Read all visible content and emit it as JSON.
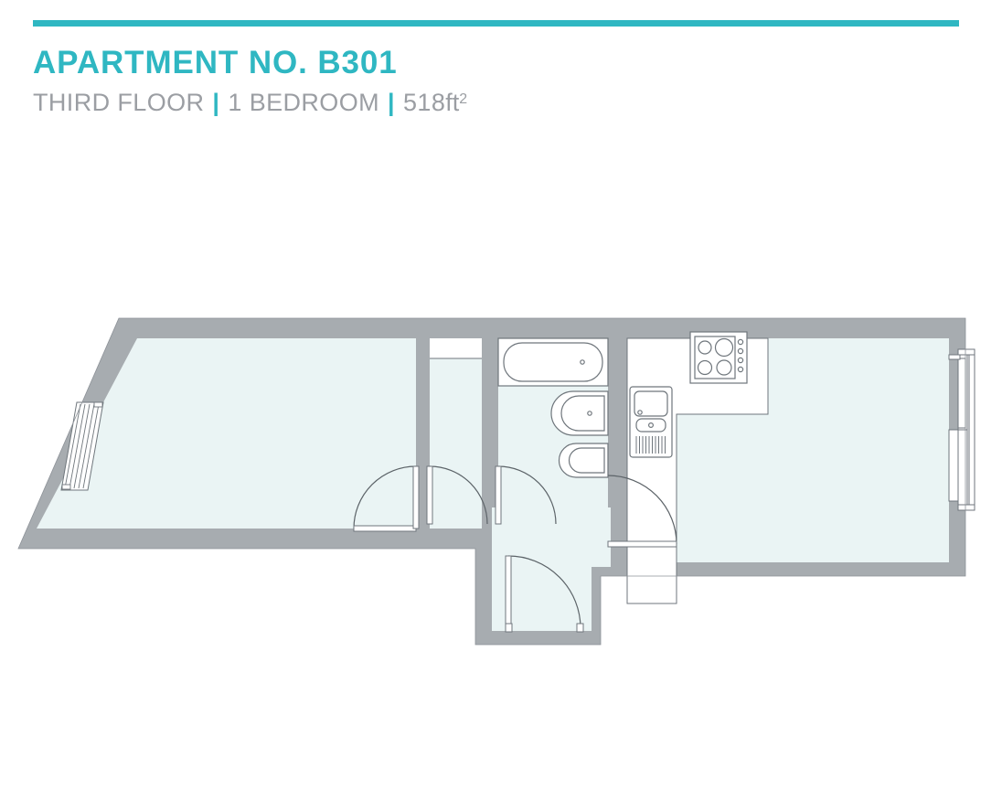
{
  "header": {
    "accent_color": "#2fb7c2",
    "title": "APARTMENT NO. B301",
    "subtitle": {
      "floor": "THIRD FLOOR",
      "separator": "|",
      "bedrooms": "1 BEDROOM",
      "area_value": "518",
      "area_unit": "ft",
      "area_exponent": "2"
    }
  },
  "floorplan": {
    "type": "architectural-floor-plan",
    "wall_color": "#a7acb0",
    "room_fill": "#eaf4f4",
    "fixture_stroke": "#6f767c",
    "fixture_fill": "#ffffff",
    "rooms": [
      {
        "name": "living-bedroom-room",
        "note": "large angled room, left side"
      },
      {
        "name": "storage-closet",
        "note": "narrow closet with shelf"
      },
      {
        "name": "bathroom",
        "note": "bath, basin, wc"
      },
      {
        "name": "hallway",
        "note": "central circulation"
      },
      {
        "name": "kitchen-living-room",
        "note": "right side, kitchen run along left wall"
      }
    ],
    "fixtures": [
      {
        "name": "bathtub",
        "room": "bathroom"
      },
      {
        "name": "wash-basin",
        "room": "bathroom"
      },
      {
        "name": "toilet",
        "room": "bathroom"
      },
      {
        "name": "hob-cooktop",
        "room": "kitchen-living-room",
        "burners": 4,
        "controls": 4
      },
      {
        "name": "kitchen-sink",
        "room": "kitchen-living-room",
        "drainboard_ribs": 11
      }
    ],
    "doors": [
      {
        "name": "door-bedroom",
        "swing": "into-left-room"
      },
      {
        "name": "door-closet",
        "swing": "into-hallway"
      },
      {
        "name": "door-bathroom",
        "swing": "into-hallway"
      },
      {
        "name": "door-kitchen-living",
        "swing": "into-right-room"
      },
      {
        "name": "door-entrance",
        "swing": "into-hallway"
      }
    ],
    "windows": [
      {
        "name": "window-angled-left",
        "orientation": "angled",
        "glazing_bars": 5
      },
      {
        "name": "window-bay-right-upper",
        "orientation": "vertical-projecting"
      },
      {
        "name": "window-bay-right-lower",
        "orientation": "vertical-projecting"
      }
    ]
  }
}
